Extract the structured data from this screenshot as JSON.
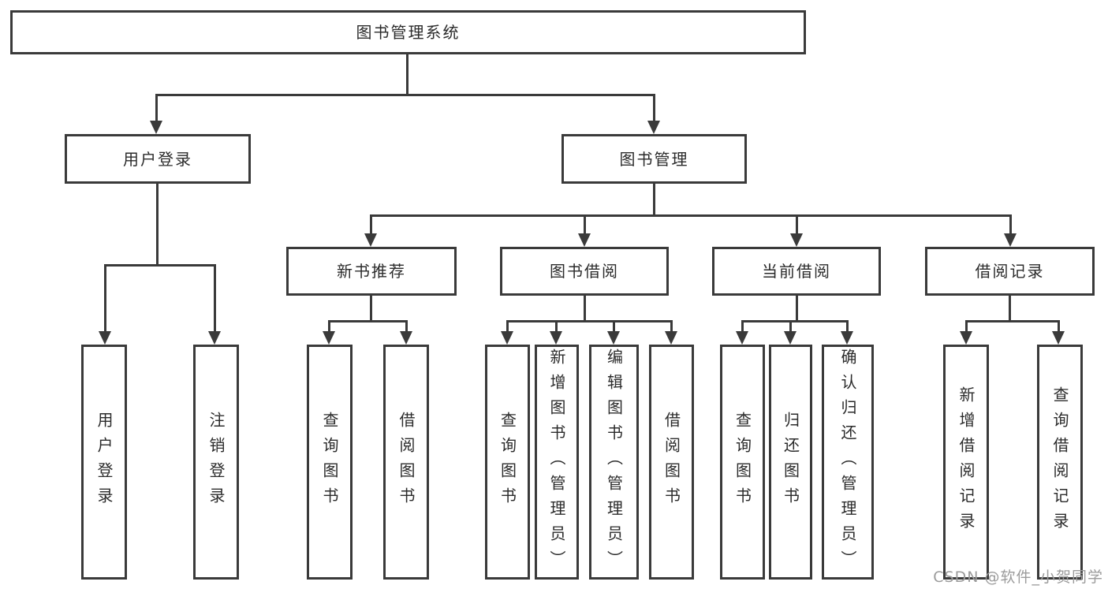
{
  "diagram": {
    "title": "图书管理系统",
    "colors": {
      "line": "#3a3a3a",
      "text": "#2b2b2b",
      "background": "#ffffff",
      "watermark": "#9c9c9c"
    },
    "tree": {
      "label": "图书管理系统",
      "children": [
        {
          "label": "用户登录",
          "children": [
            {
              "label": "用户登录"
            },
            {
              "label": "注销登录"
            }
          ]
        },
        {
          "label": "图书管理",
          "children": [
            {
              "label": "新书推荐",
              "children": [
                {
                  "label": "查询图书"
                },
                {
                  "label": "借阅图书"
                }
              ]
            },
            {
              "label": "图书借阅",
              "children": [
                {
                  "label": "查询图书"
                },
                {
                  "label": "新增图书（管理员）"
                },
                {
                  "label": "编辑图书（管理员）"
                },
                {
                  "label": "借阅图书"
                }
              ]
            },
            {
              "label": "当前借阅",
              "children": [
                {
                  "label": "查询图书"
                },
                {
                  "label": "归还图书"
                },
                {
                  "label": "确认归还（管理员）"
                }
              ]
            },
            {
              "label": "借阅记录",
              "children": [
                {
                  "label": "新增借阅记录"
                },
                {
                  "label": "查询借阅记录"
                }
              ]
            }
          ]
        }
      ]
    },
    "watermark": "CSDN @软件_小贺同学"
  }
}
